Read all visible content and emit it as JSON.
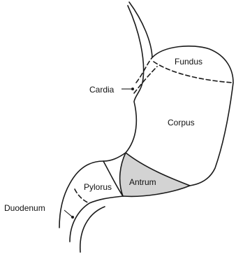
{
  "labels": {
    "fundus": "Fundus",
    "cardia": "Cardia",
    "corpus": "Corpus",
    "antrum": "Antrum",
    "pylorus": "Pylorus",
    "duodenum": "Duodenum"
  },
  "colors": {
    "antrum_fill": "#d3d3d3",
    "outline": "#1a1a1a"
  }
}
